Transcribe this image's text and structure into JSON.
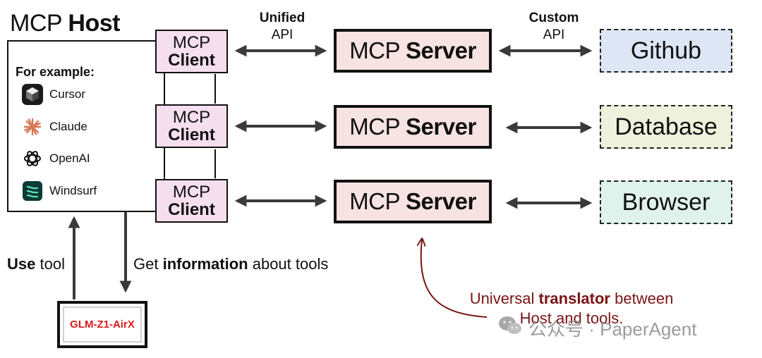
{
  "host": {
    "title_prefix": "MCP",
    "title_bold": "Host",
    "example_label": "For example:",
    "apps": [
      {
        "name": "Cursor",
        "icon": "cursor-icon"
      },
      {
        "name": "Claude",
        "icon": "claude-icon"
      },
      {
        "name": "OpenAI",
        "icon": "openai-icon"
      },
      {
        "name": "Windsurf",
        "icon": "windsurf-icon"
      }
    ]
  },
  "clients": [
    {
      "line1": "MCP",
      "line2": "Client"
    },
    {
      "line1": "MCP",
      "line2": "Client"
    },
    {
      "line1": "MCP",
      "line2": "Client"
    }
  ],
  "servers": [
    {
      "prefix": "MCP",
      "bold": "Server"
    },
    {
      "prefix": "MCP",
      "bold": "Server"
    },
    {
      "prefix": "MCP",
      "bold": "Server"
    }
  ],
  "targets": [
    "Github",
    "Database",
    "Browser"
  ],
  "labels": {
    "unified_top": "Unified",
    "unified_bottom": "API",
    "custom_top": "Custom",
    "custom_bottom": "API",
    "use_tool_bold": "Use",
    "use_tool_rest": "tool",
    "get_info_pre": "Get",
    "get_info_bold": "information",
    "get_info_post": "about tools"
  },
  "model": {
    "name": "GLM-Z1-AirX",
    "color": "#d61c1c"
  },
  "annotation": {
    "line1_pre": "Universal",
    "line1_bold": "translator",
    "line1_post": "between",
    "line2": "Host and tools.",
    "color": "#7a1414"
  },
  "watermark": {
    "text": "公众号 · PaperAgent",
    "icon": "wechat-icon"
  },
  "colors": {
    "client_fill": "#f5dfee",
    "server_fill": "#f7e3e1",
    "github_fill": "#dde6f4",
    "database_fill": "#eef2dc",
    "browser_fill": "#dff3ec"
  }
}
